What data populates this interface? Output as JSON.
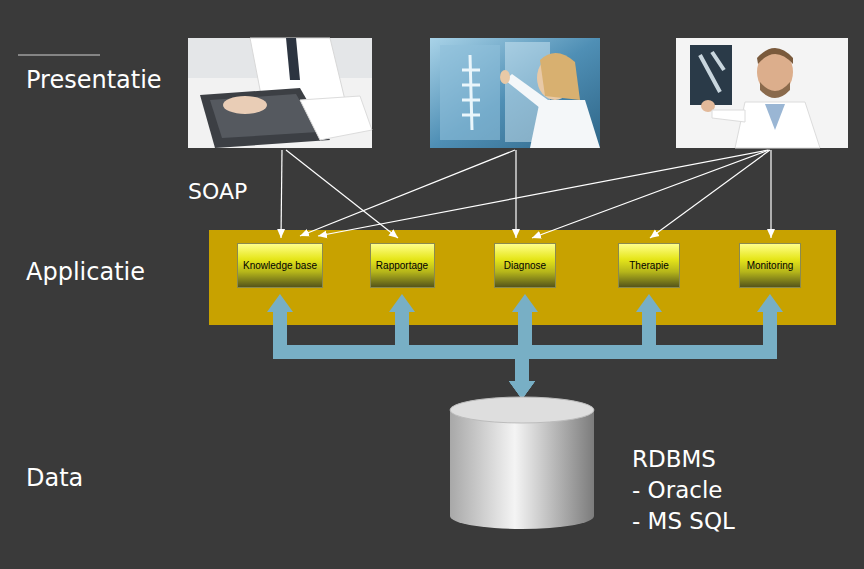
{
  "diagram": {
    "nodes": [
      {
        "text": [
          "Knowledge base"
        ]
      },
      {
        "text": [
          "Rapportage"
        ]
      },
      {
        "text": [
          "Diagnose"
        ]
      },
      {
        "text": [
          "Therapie"
        ]
      },
      {
        "text": [
          "Monitoring"
        ]
      },
      {
        "text": [
          "RDBMS",
          "- Oracle",
          "- MS SQL"
        ]
      }
    ],
    "edges": [
      {
        "from": 5,
        "to": 0,
        "arrow": "both"
      },
      {
        "from": 5,
        "to": 1,
        "arrow": "both"
      },
      {
        "from": 5,
        "to": 2,
        "arrow": "both"
      },
      {
        "from": 5,
        "to": 3,
        "arrow": "both"
      },
      {
        "from": 5,
        "to": 4,
        "arrow": "both"
      }
    ],
    "labels": [
      "Presentatie",
      "SOAP",
      "Applicatie",
      "Data"
    ]
  }
}
